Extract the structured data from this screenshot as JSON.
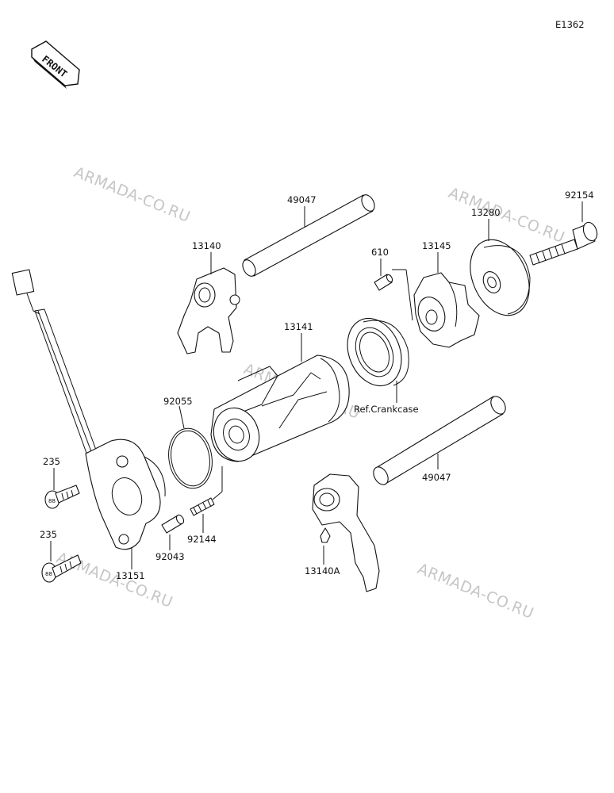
{
  "diagram_code": "E1362",
  "front_label": "FRONT",
  "watermark": "ARMADA-CO.RU",
  "parts": {
    "shaft_upper": "49047",
    "fork_upper": "13140",
    "drum": "13141",
    "o_ring": "92055",
    "pin": "92043",
    "spring": "92144",
    "sensor_holder": "13151",
    "bolt_upper": "235",
    "bolt_lower": "235",
    "dowel_pin": "610",
    "drum_pin_plate": "13145",
    "cam_plate": "13280",
    "screw": "92154",
    "bearing_ref": "Ref.Crankcase",
    "shaft_lower": "49047",
    "fork_lower": "13140A"
  }
}
